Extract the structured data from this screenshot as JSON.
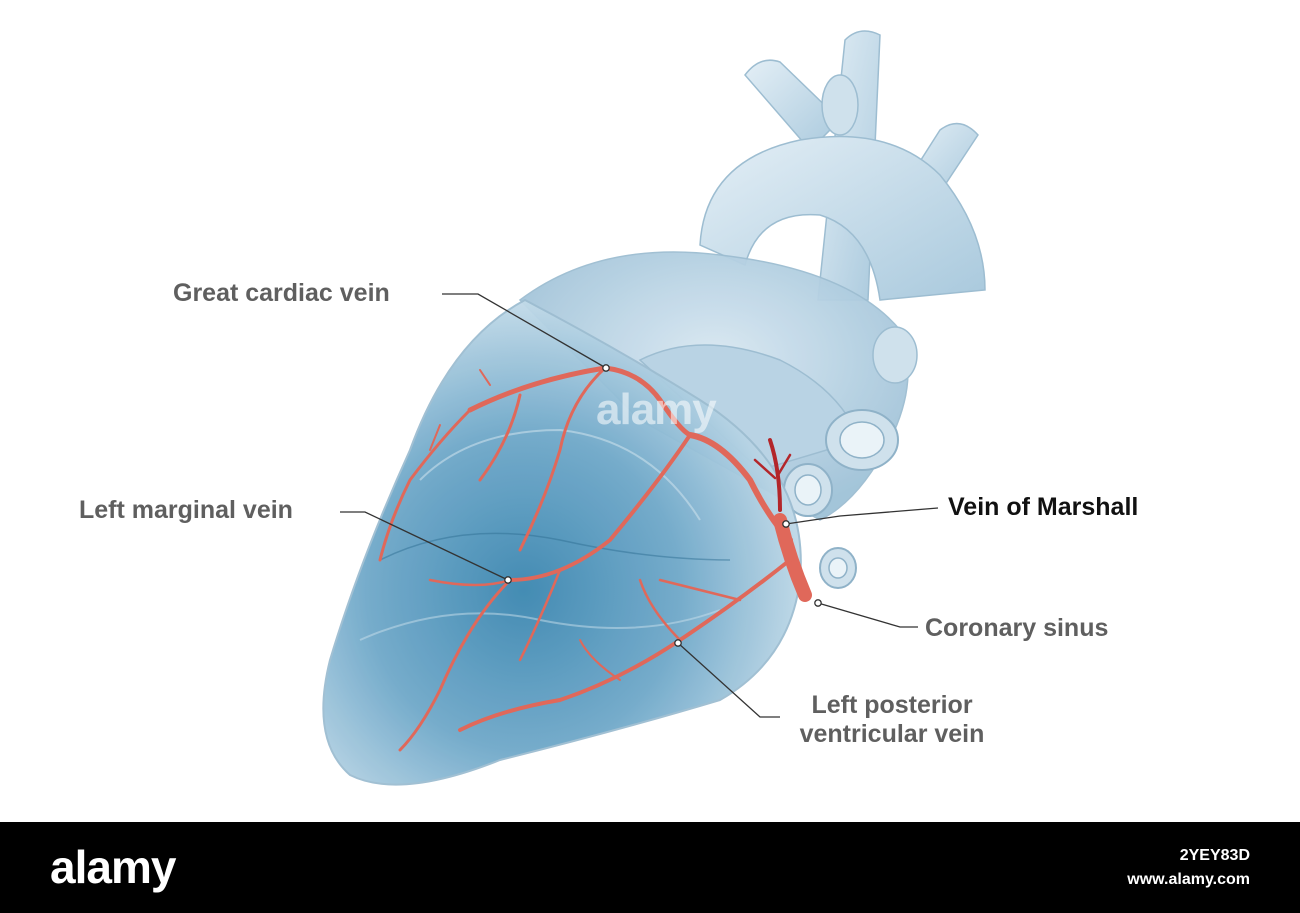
{
  "labels": {
    "great_cardiac_vein": "Great cardiac vein",
    "left_marginal_vein": "Left marginal vein",
    "vein_of_marshall": "Vein of Marshall",
    "coronary_sinus": "Coronary sinus",
    "left_posterior_line1": "Left posterior",
    "left_posterior_line2": "ventricular vein"
  },
  "watermark": "alamy",
  "footer": {
    "logo": "alamy",
    "image_id": "2YEY83D",
    "site": "www.alamy.com"
  },
  "colors": {
    "heart_blue": "#8fb8d4",
    "heart_deep": "#3f8fb8",
    "vein_red": "#e0685a",
    "leader": "#333333"
  }
}
